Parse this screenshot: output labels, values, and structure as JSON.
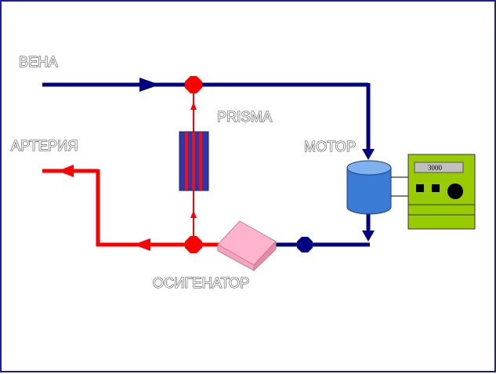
{
  "labels": {
    "vein": "ВЕНА",
    "artery": "АРТЕРИЯ",
    "prisma": "PRISMA",
    "motor": "МОТОР",
    "oxygenator": "ОСИГЕНАТОР"
  },
  "pump_display": {
    "value": "3000"
  },
  "colors": {
    "venous_line": "#000080",
    "arterial_line": "#ff0000",
    "frame": "#1f1f8f",
    "pump_head": "#3a7bd5",
    "console": "#99cc00",
    "oxygenator": "#ffb3cc",
    "filter_blue": "#3333aa",
    "filter_red": "#ee1111"
  },
  "icons": {
    "pump": "cylinder-pump-icon",
    "console": "pump-console-icon",
    "oxygenator": "oxygenator-cube-icon",
    "filter": "prisma-filter-icon",
    "connector": "octagon-connector-icon",
    "arrow": "flow-arrow-icon"
  }
}
